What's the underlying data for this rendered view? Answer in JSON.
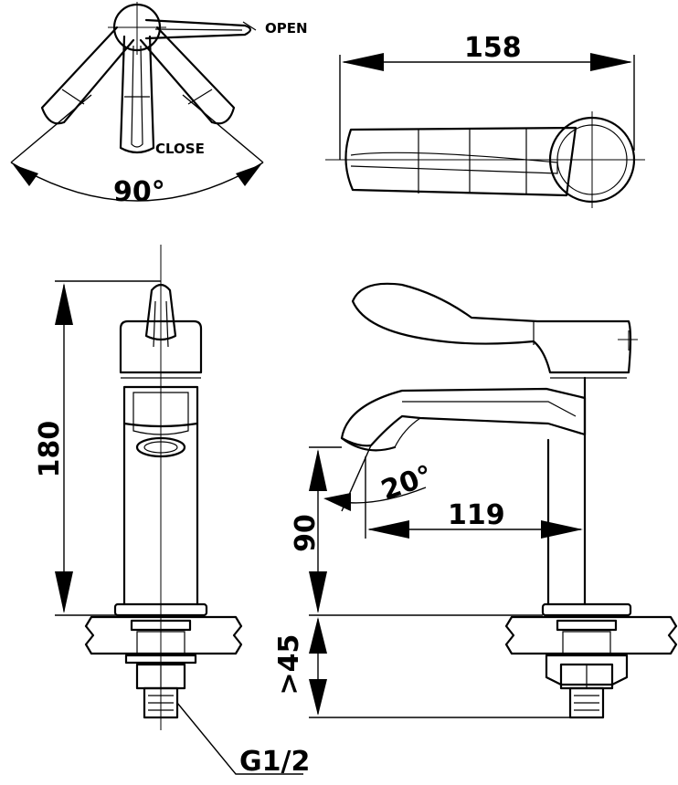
{
  "top_view": {
    "open_label": "OPEN",
    "close_label": "CLOSE",
    "angle_label": "90°"
  },
  "plan_view": {
    "length_label": "158"
  },
  "front_view": {
    "height_label": "180"
  },
  "side_view": {
    "spout_angle_label": "20°",
    "spout_reach_label": "119",
    "spout_height_label": "90",
    "deck_thickness_label": ">45",
    "thread_label": "G1/2"
  }
}
